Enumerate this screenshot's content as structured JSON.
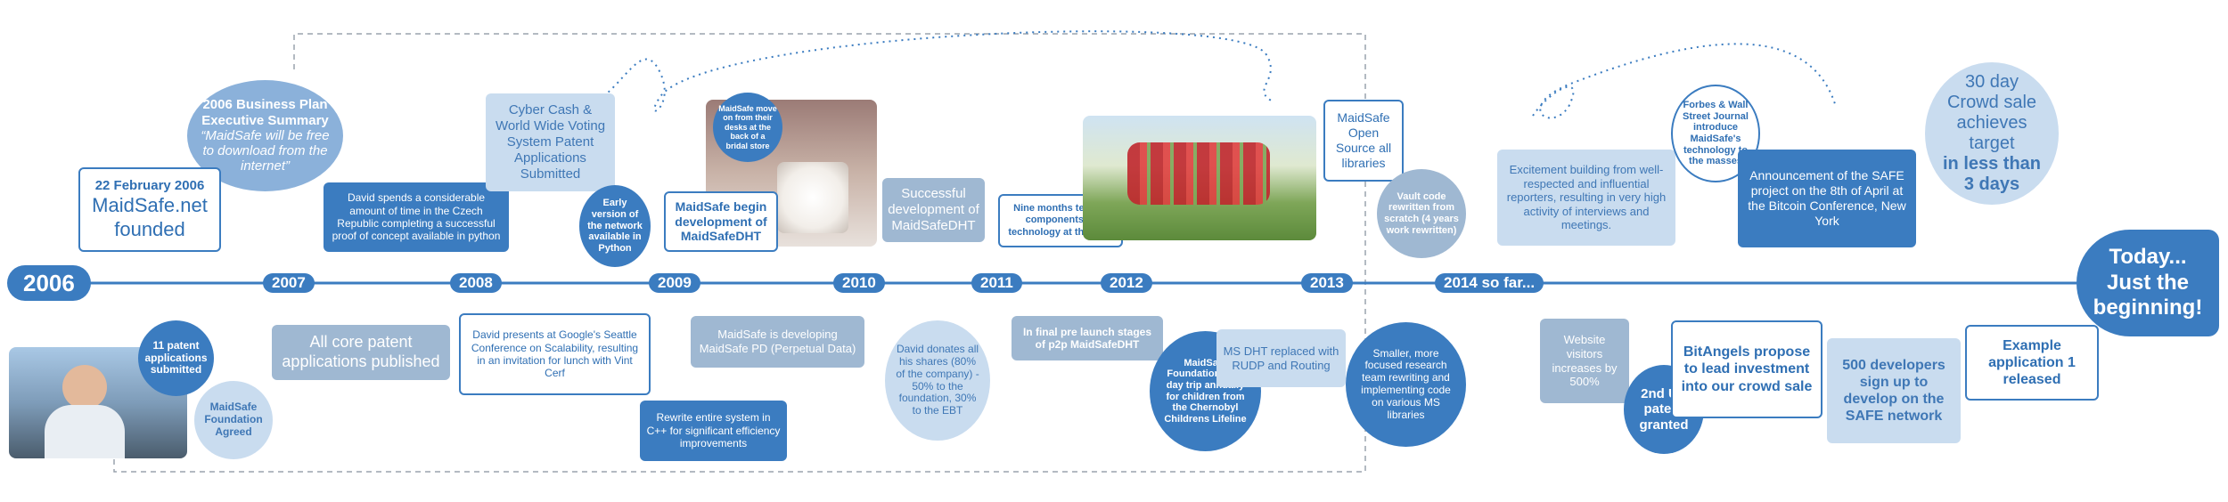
{
  "years": {
    "y2006": "2006",
    "y2007": "2007",
    "y2008": "2008",
    "y2009": "2009",
    "y2010": "2010",
    "y2011": "2011",
    "y2012": "2012",
    "y2013": "2013",
    "y2014": "2014 so far..."
  },
  "top": {
    "business_plan_title": "2006 Business Plan Executive Summary",
    "business_plan_quote": "“MaidSafe will be free to download from the internet”",
    "feb2006_date": "22 February 2006",
    "feb2006_text": "MaidSafe.net founded",
    "david_poc": "David spends a considerable amount of time in the Czech Republic completing a successful proof of concept available in python",
    "cyber_cash": "Cyber Cash & World Wide Voting System Patent Applications Submitted",
    "early_version": "Early version of the network available in Python",
    "photo1_caption": "MaidSafe move on from their desks at the back of a bridal store",
    "begin_dht": "MaidSafe begin development of MaidSafeDHT",
    "successful_dht": "Successful development of MaidSafeDHT",
    "nine_months": "Nine months testing components of technology at the NHS",
    "open_source": "MaidSafe Open Source all libraries",
    "vault_code": "Vault code rewritten from scratch (4 years work rewritten)",
    "excitement": "Excitement building from well-respected and influential reporters, resulting in very high activity of interviews and meetings.",
    "forbes": "Forbes & Wall Street Journal introduce MaidSafe's technology to the masses",
    "announcement": "Announcement of the SAFE project on the 8th of April at the Bitcoin Conference, New York",
    "crowdsale_a": "30 day Crowd sale achieves target",
    "crowdsale_b": "in less than 3 days"
  },
  "today": {
    "line1": "Today...",
    "line2": "Just the beginning!"
  },
  "bottom": {
    "patents11": "11 patent applications submitted",
    "foundation_agreed": "MaidSafe Foundation Agreed",
    "core_patent": "All core patent applications published",
    "google_conf": "David presents at Google's Seattle Conference on Scalability, resulting in an invitation for lunch with Vint Cerf",
    "rewrite_cpp": "Rewrite entire system in C++ for significant efficiency improvements",
    "maidsafe_pd": "MaidSafe is developing MaidSafe PD (Perpetual Data)",
    "david_donates": "David donates all his shares (80% of the company) - 50% to the foundation, 30% to the EBT",
    "prelaunch": "In final pre launch stages of p2p MaidSafeDHT",
    "chernobyl": "MaidSafe Foundation host day trip annually for children from the Chernobyl Childrens Lifeline",
    "ms_dht": "MS DHT replaced with RUDP and Routing",
    "smaller_team": "Smaller, more focused research team rewriting and implementing code on various MS libraries",
    "website": "Website visitors increases by 500%",
    "us_patent": "2nd US patent granted",
    "bitangels": "BitAngels propose to lead investment into our crowd sale",
    "developers": "500 developers sign up to develop on the SAFE network",
    "example_app": "Example application 1 released"
  },
  "colors": {
    "dark": "#3b7cc0",
    "light": "#c9dcef",
    "grey": "#9fb8d2",
    "text": "#2f6fb3"
  }
}
